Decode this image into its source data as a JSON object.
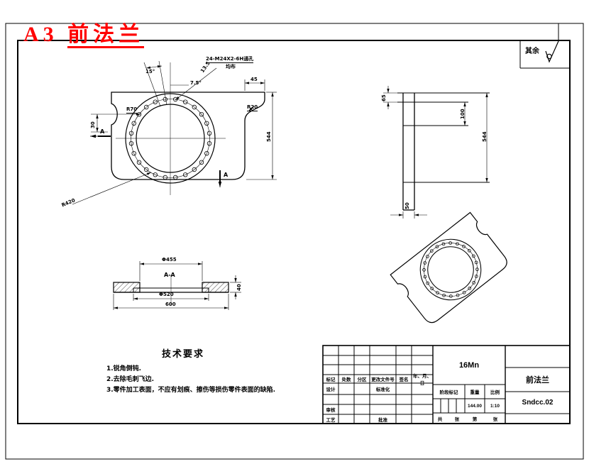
{
  "page": {
    "title_prefix": "A3",
    "title_name": "前法兰"
  },
  "surface_note": {
    "prefix": "其余"
  },
  "front_view": {
    "hole_note": "24-M24X2-6H通孔",
    "hole_note2": "均布",
    "hole_count": 24,
    "angle_15": "15°",
    "angle_75": "7.5°",
    "dim_135": "13.5",
    "dim_45": "45",
    "r20": "R20",
    "r70": "R70",
    "dim_30": "30",
    "dim_544": "544",
    "r420": "R420",
    "section_a_left": "A",
    "section_a_right": "A"
  },
  "side_view": {
    "dim_65": "65",
    "dim_100": "100",
    "dim_544": "544",
    "dim_50": "50"
  },
  "section_view": {
    "label": "A-A",
    "dia_455": "Φ455",
    "dia_520": "Φ520",
    "dim_600": "600",
    "dim_40": "40"
  },
  "tech_req": {
    "title": "技术要求",
    "items": [
      "1.锐角倒钝.",
      "2.去除毛刺飞边.",
      "3.零件加工表面，不应有划痕、擦伤等损伤零件表面的缺陷."
    ]
  },
  "title_block": {
    "material": "16Mn",
    "part_name": "前法兰",
    "drawing_no": "Sndcc.02",
    "row_labels": [
      "标记",
      "处数",
      "分区",
      "更改文件号",
      "签名",
      "年、月、日"
    ],
    "design_label": "设计",
    "standard_label": "标准化",
    "review_label": "审核",
    "process_label": "工艺",
    "approve_label": "批准",
    "stage_label": "阶段标记",
    "weight_label": "重量",
    "scale_label": "比例",
    "weight_value": "144.00",
    "scale_value": "1:10",
    "sheet_gong": "共",
    "sheet_zhang1": "张",
    "sheet_di": "第",
    "sheet_zhang2": "张"
  }
}
